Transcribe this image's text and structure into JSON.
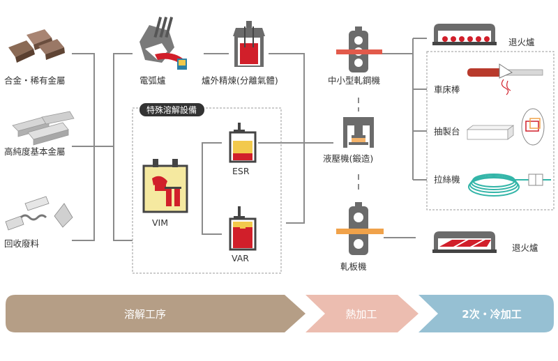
{
  "raw_materials": {
    "alloy": "合金・稀有金屬",
    "high_purity": "高純度基本金屬",
    "scrap": "回收廢料"
  },
  "melting": {
    "arc_furnace": "電弧爐",
    "secondary_refining": "爐外精煉(分離氣體)",
    "special_title": "特殊溶解設備",
    "vim": "VIM",
    "esr": "ESR",
    "var": "VAR"
  },
  "hot_work": {
    "small_mill": "中小型軋鋼機",
    "press": "液壓機(鍛造)",
    "plate_mill": "軋板機"
  },
  "cold_work": {
    "anneal_top": "退火爐",
    "lathe": "車床棒",
    "drawing_bench": "抽製台",
    "wire_drawing": "拉絲機",
    "anneal_bottom": "退火爐"
  },
  "stages": {
    "melting": "溶解工序",
    "hot": "熱加工",
    "cold": "2次・冷加工"
  },
  "colors": {
    "stage_melting": "#b59e86",
    "stage_hot": "#ecbdb0",
    "stage_cold": "#96c0d3",
    "connector": "#8a8a8a",
    "molten_red": "#d11f2a",
    "yellow_fill": "#f5e9a0",
    "machine_gray": "#6b6b6b",
    "wire_teal": "#33b5a8"
  }
}
